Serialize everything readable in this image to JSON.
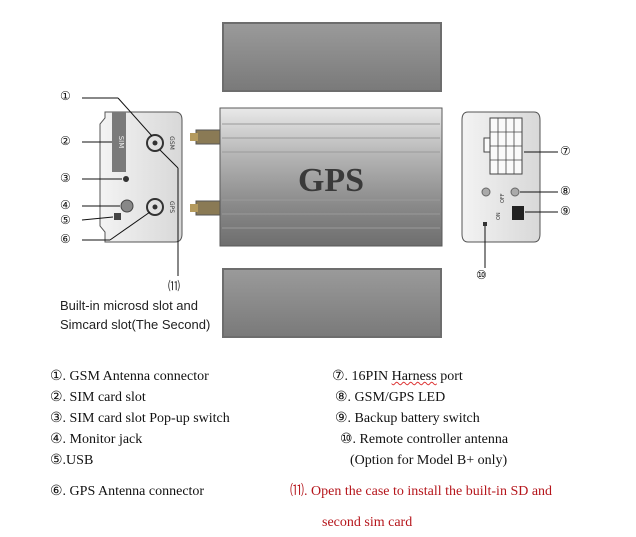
{
  "figure": {
    "center_label": "GPS",
    "switch_text": "ON",
    "switch_text_2": "OFF",
    "sim_text": "SIM",
    "gsm_text": "GSM",
    "gps_text": "GPS",
    "callouts": {
      "c1": "①",
      "c2": "②",
      "c3": "③",
      "c4": "④",
      "c5": "⑤",
      "c6": "⑥",
      "c7": "⑦",
      "c8": "⑧",
      "c9": "⑨",
      "c10": "⑩",
      "c11": "⑾"
    },
    "caption_line1": "Built-in microsd slot and",
    "caption_line2": "Simcard slot(The Second)"
  },
  "legend": {
    "left": [
      "①. GSM Antenna connector",
      "②. SIM card slot",
      "③. SIM card slot Pop-up switch",
      "④. Monitor jack",
      "⑤.USB",
      "⑥. GPS Antenna connector"
    ],
    "right_7_prefix": "⑦. 16PIN ",
    "right_7_word": "Harness",
    "right_7_suffix": " port",
    "right": [
      "⑧. GSM/GPS LED",
      "⑨. Backup battery switch",
      "⑩. Remote controller antenna",
      "(Option for Model B+ only)"
    ],
    "note_line1": "⑾. Open the case to install the built-in SD and",
    "note_line2": "second sim card",
    "note_color": "#b5151b"
  }
}
